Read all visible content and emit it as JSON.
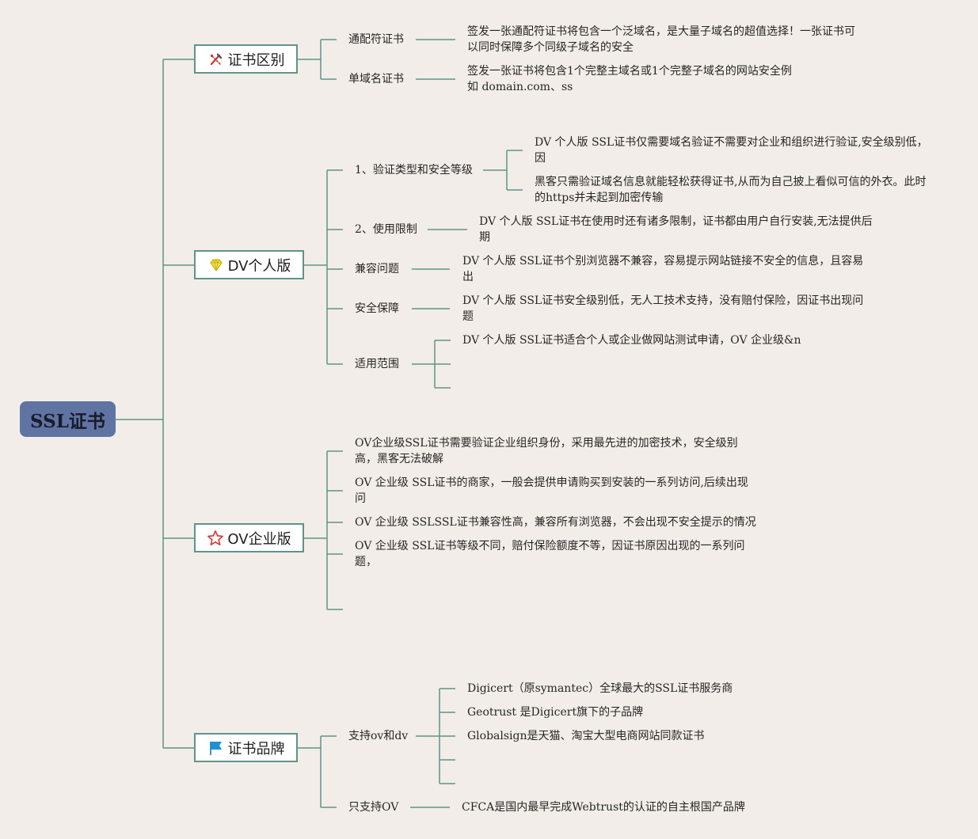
{
  "root": {
    "label": "SSL证书"
  },
  "branches": [
    {
      "label": "证书区别",
      "icon": "tools-icon",
      "children": [
        {
          "label": "通配符证书",
          "detail_lines": [
            "签发一张通配符证书将包含一个泛域名，是大量子域名的超值选择！一张证书可",
            "以同时保障多个同级子域名的安全"
          ]
        },
        {
          "label": "单域名证书",
          "detail_lines": [
            "签发一张证书将包含1个完整主域名或1个完整子域名的网站安全例",
            "如 domain.com、ss"
          ]
        }
      ]
    },
    {
      "label": "DV个人版",
      "icon": "diamond-icon",
      "children": [
        {
          "label": "1、验证类型和安全等级",
          "details": [
            {
              "lines": [
                "DV 个人版 SSL证书仅需要域名验证不需要对企业和组织进行验证,安全级别低，",
                "因"
              ]
            },
            {
              "lines": [
                "黑客只需验证域名信息就能轻松获得证书,从而为自己披上看似可信的外衣。此时",
                "的https并未起到加密传输"
              ]
            }
          ]
        },
        {
          "label": "2、使用限制",
          "detail_lines": [
            "DV 个人版 SSL证书在使用时还有诸多限制，证书都由用户自行安装,无法提供后",
            "期"
          ]
        },
        {
          "label": "兼容问题",
          "detail_lines": [
            "DV 个人版 SSL证书个别浏览器不兼容，容易提示网站链接不安全的信息，且容易",
            "出"
          ]
        },
        {
          "label": "安全保障",
          "detail_lines": [
            "DV 个人版 SSL证书安全级别低，无人工技术支持，没有赔付保险，因证书出现问",
            "题"
          ]
        },
        {
          "label": "适用范围",
          "detail_lines": [
            "DV 个人版 SSL证书适合个人或企业做网站测试申请，OV 企业级&n"
          ]
        }
      ]
    },
    {
      "label": "OV企业版",
      "icon": "star-icon",
      "items": [
        {
          "lines": [
            "OV企业级SSL证书需要验证企业组织身份，采用最先进的加密技术，安全级别",
            "高，黑客无法破解"
          ]
        },
        {
          "lines": [
            "OV 企业级 SSL证书的商家，一般会提供申请购买到安装的一系列访问,后续出现",
            "问"
          ]
        },
        {
          "lines": [
            "OV 企业级 SSLSSL证书兼容性高，兼容所有浏览器，不会出现不安全提示的情况"
          ]
        },
        {
          "lines": [
            "OV 企业级 SSL证书等级不同，赔付保险额度不等，因证书原因出现的一系列问",
            "题，"
          ]
        }
      ]
    },
    {
      "label": "证书品牌",
      "icon": "flag-icon",
      "children": [
        {
          "label": "支持ov和dv",
          "items": [
            "Digicert（原symantec）全球最大的SSL证书服务商",
            "Geotrust 是Digicert旗下的子品牌",
            "Globalsign是天猫、淘宝大型电商网站同款证书"
          ]
        },
        {
          "label": "只支持OV",
          "detail_lines": [
            "CFCA是国内最早完成Webtrust的认证的自主根国产品牌"
          ]
        }
      ]
    }
  ],
  "colors": {
    "background": "#f2ede8",
    "line": "#5f9488",
    "root_fill": "#5f74a3",
    "node_border": "#5f9488"
  }
}
